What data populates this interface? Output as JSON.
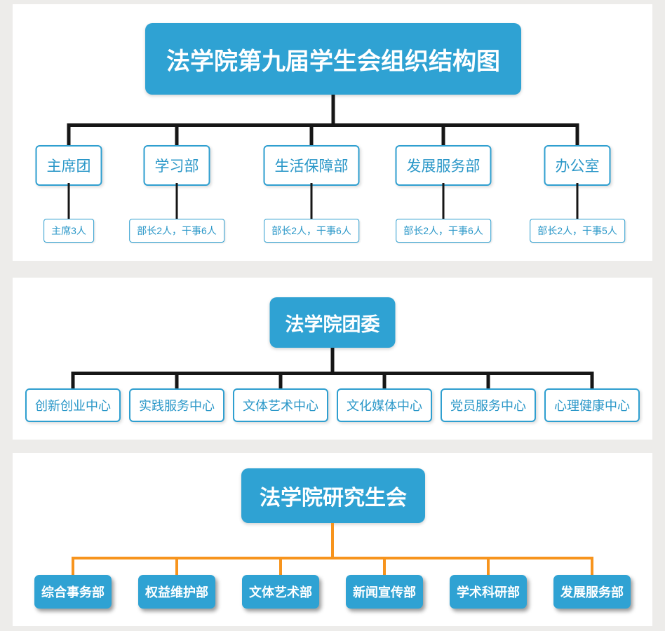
{
  "colors": {
    "primary_blue": "#2fa2d3",
    "teal_text": "#2a97c8",
    "black_line": "#161616",
    "orange_line": "#f7941d",
    "page_background": "#edecea"
  },
  "section1": {
    "title": "法学院第九届学生会组织结构图",
    "departments": [
      {
        "label": "主席团",
        "detail": "主席3人"
      },
      {
        "label": "学习部",
        "detail": "部长2人，干事6人"
      },
      {
        "label": "生活保障部",
        "detail": "部长2人，干事6人"
      },
      {
        "label": "发展服务部",
        "detail": "部长2人，干事6人"
      },
      {
        "label": "办公室",
        "detail": "部长2人，干事5人"
      }
    ]
  },
  "section2": {
    "title": "法学院团委",
    "centers": [
      "创新创业中心",
      "实践服务中心",
      "文体艺术中心",
      "文化媒体中心",
      "党员服务中心",
      "心理健康中心"
    ]
  },
  "section3": {
    "title": "法学院研究生会",
    "departments": [
      "综合事务部",
      "权益维护部",
      "文体艺术部",
      "新闻宣传部",
      "学术科研部",
      "发展服务部"
    ]
  }
}
